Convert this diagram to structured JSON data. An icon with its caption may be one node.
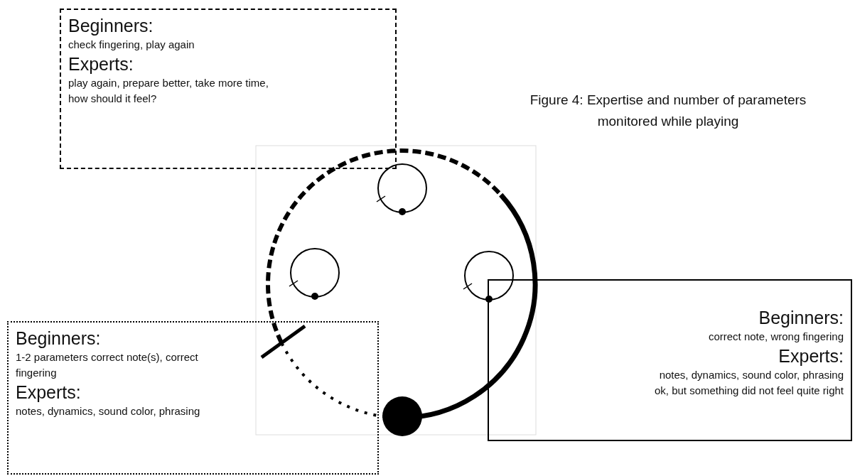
{
  "diagram": {
    "caption": "Figure 4: Expertise and number of parameters monitored while playing",
    "nodes": [
      {
        "text": [
          "Beginners:",
          "check fingering, play again",
          "Experts:",
          "play again, prepare better, take more time, how should it feel?"
        ]
      },
      {
        "text": [
          "Beginners:",
          "correct note, wrong fingering",
          "Experts:",
          "notes, dynamics, sound color, phrasing ok, but something did not feel quite right"
        ]
      },
      {
        "text": [
          "Beginners:",
          "1-2 parameters correct note(s), correct fingering",
          "Experts:",
          "notes, dynamics, sound color, phrasing"
        ]
      }
    ]
  }
}
